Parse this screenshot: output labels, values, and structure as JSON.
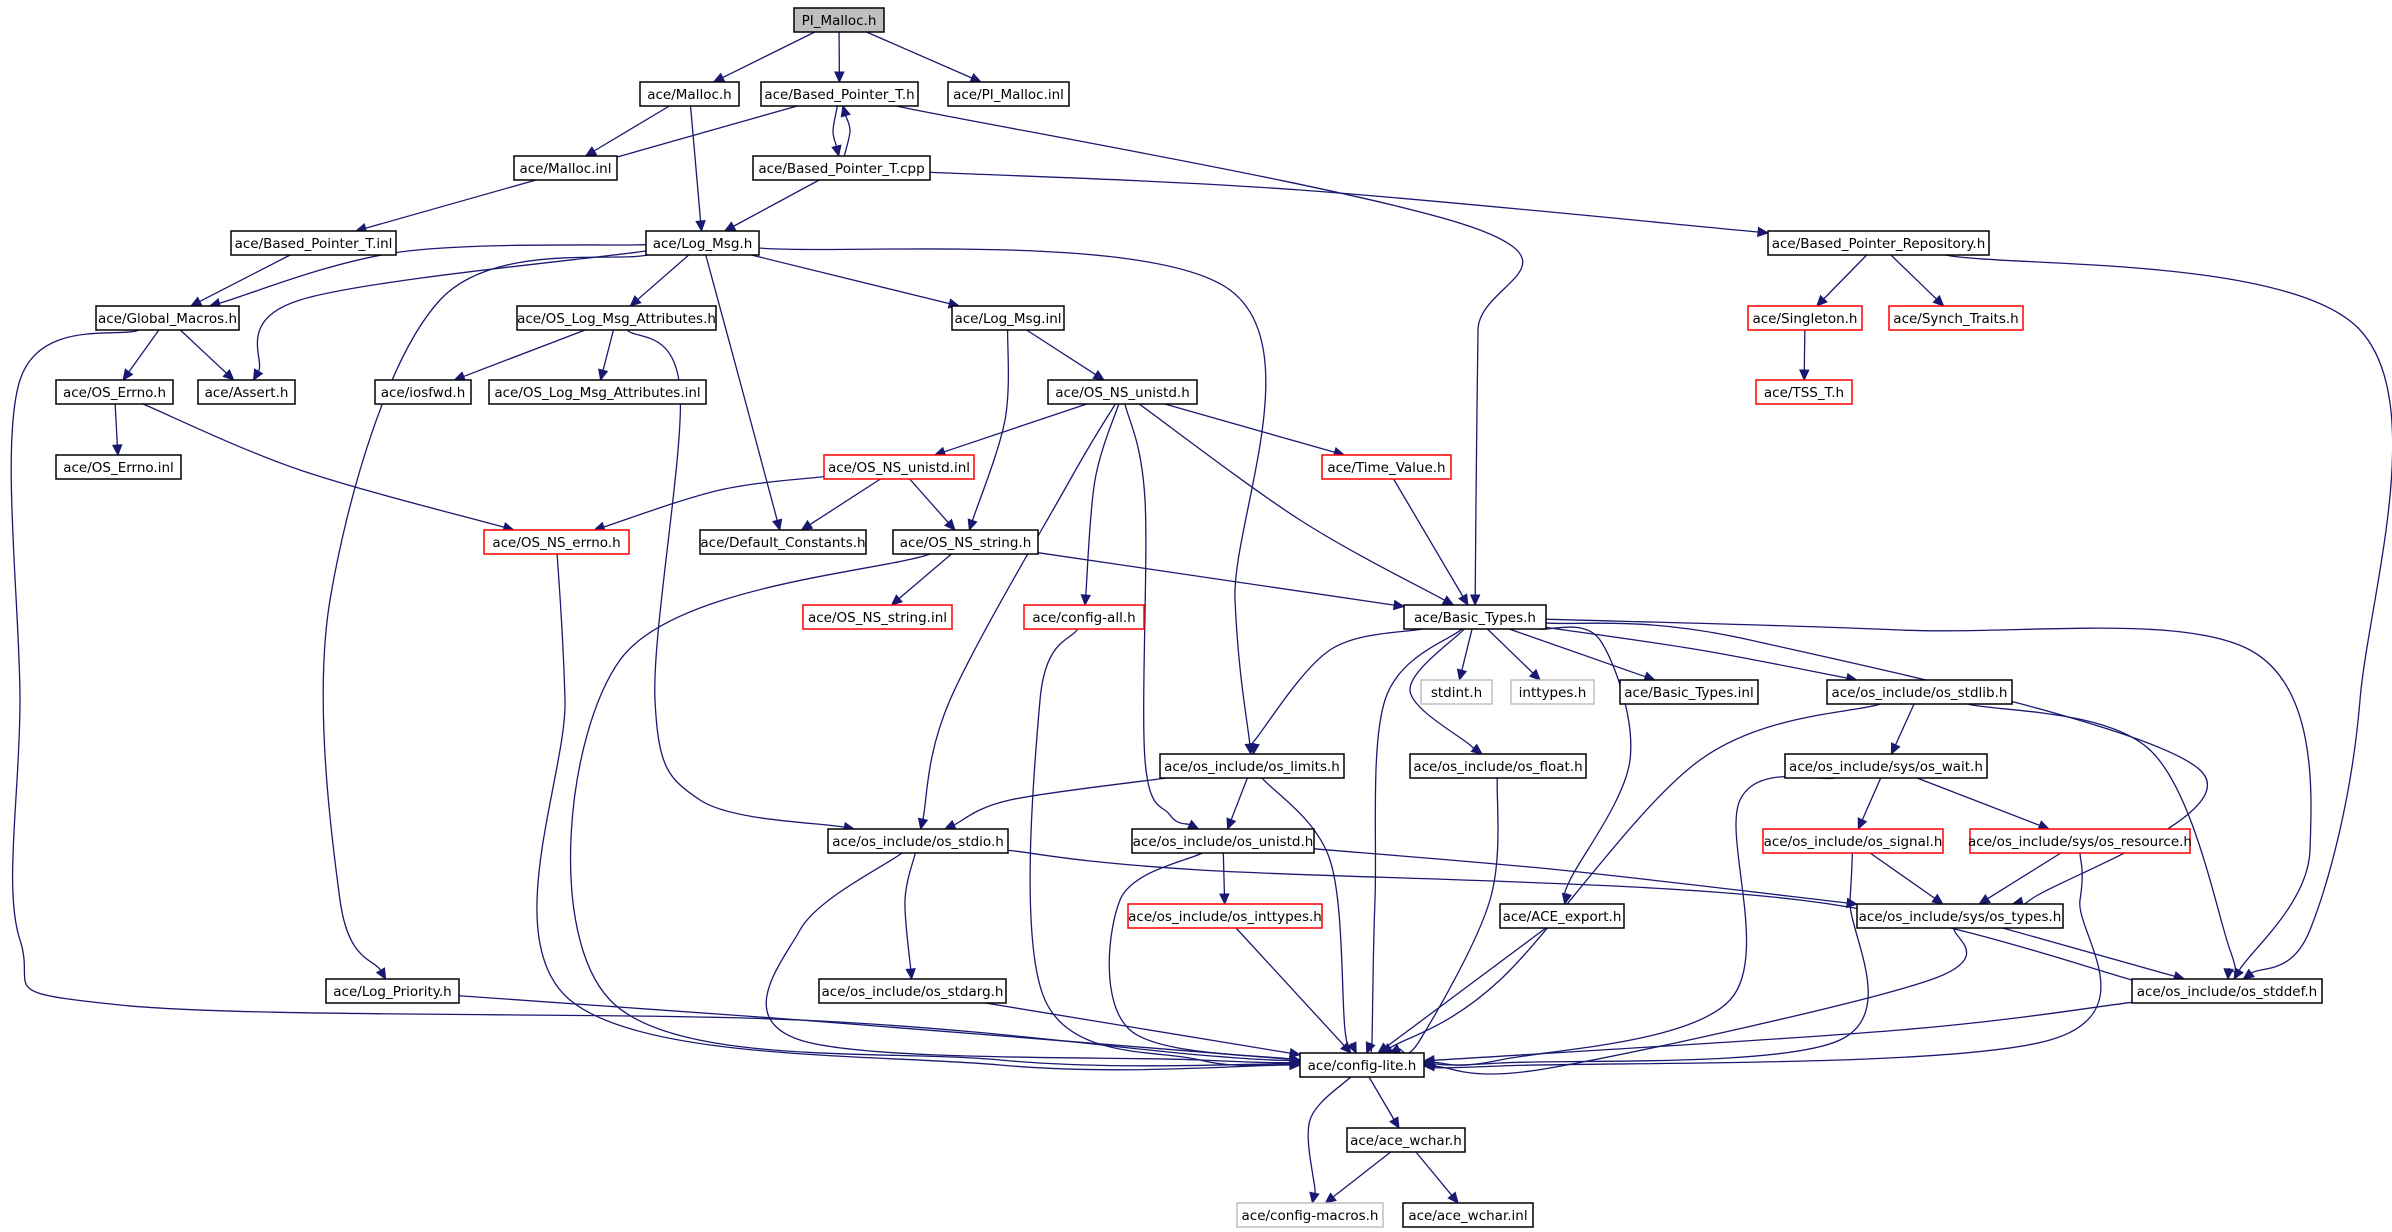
{
  "graph": {
    "nodes": [
      {
        "id": "pi_malloc_h",
        "label": "PI_Malloc.h",
        "style": "root"
      },
      {
        "id": "malloc_h",
        "label": "ace/Malloc.h",
        "style": "normal"
      },
      {
        "id": "based_pointer_t_h",
        "label": "ace/Based_Pointer_T.h",
        "style": "normal"
      },
      {
        "id": "pi_malloc_inl",
        "label": "ace/PI_Malloc.inl",
        "style": "normal"
      },
      {
        "id": "malloc_inl",
        "label": "ace/Malloc.inl",
        "style": "normal"
      },
      {
        "id": "based_pointer_t_cpp",
        "label": "ace/Based_Pointer_T.cpp",
        "style": "normal"
      },
      {
        "id": "based_pointer_t_inl",
        "label": "ace/Based_Pointer_T.inl",
        "style": "normal"
      },
      {
        "id": "log_msg_h",
        "label": "ace/Log_Msg.h",
        "style": "normal"
      },
      {
        "id": "based_pointer_repository_h",
        "label": "ace/Based_Pointer_Repository.h",
        "style": "normal"
      },
      {
        "id": "global_macros_h",
        "label": "ace/Global_Macros.h",
        "style": "normal"
      },
      {
        "id": "os_log_msg_attributes_h",
        "label": "ace/OS_Log_Msg_Attributes.h",
        "style": "normal"
      },
      {
        "id": "log_msg_inl",
        "label": "ace/Log_Msg.inl",
        "style": "normal"
      },
      {
        "id": "singleton_h",
        "label": "ace/Singleton.h",
        "style": "red"
      },
      {
        "id": "synch_traits_h",
        "label": "ace/Synch_Traits.h",
        "style": "red"
      },
      {
        "id": "os_errno_h",
        "label": "ace/OS_Errno.h",
        "style": "normal"
      },
      {
        "id": "assert_h",
        "label": "ace/Assert.h",
        "style": "normal"
      },
      {
        "id": "iosfwd_h",
        "label": "ace/iosfwd.h",
        "style": "normal"
      },
      {
        "id": "os_log_msg_attributes_inl",
        "label": "ace/OS_Log_Msg_Attributes.inl",
        "style": "normal"
      },
      {
        "id": "os_ns_unistd_h",
        "label": "ace/OS_NS_unistd.h",
        "style": "normal"
      },
      {
        "id": "tss_t_h",
        "label": "ace/TSS_T.h",
        "style": "red"
      },
      {
        "id": "os_errno_inl",
        "label": "ace/OS_Errno.inl",
        "style": "normal"
      },
      {
        "id": "os_ns_unistd_inl",
        "label": "ace/OS_NS_unistd.inl",
        "style": "red"
      },
      {
        "id": "time_value_h",
        "label": "ace/Time_Value.h",
        "style": "red"
      },
      {
        "id": "os_ns_errno_h",
        "label": "ace/OS_NS_errno.h",
        "style": "red"
      },
      {
        "id": "default_constants_h",
        "label": "ace/Default_Constants.h",
        "style": "normal"
      },
      {
        "id": "os_ns_string_h",
        "label": "ace/OS_NS_string.h",
        "style": "normal"
      },
      {
        "id": "os_ns_string_inl",
        "label": "ace/OS_NS_string.inl",
        "style": "red"
      },
      {
        "id": "config_all_h",
        "label": "ace/config-all.h",
        "style": "red"
      },
      {
        "id": "basic_types_h",
        "label": "ace/Basic_Types.h",
        "style": "normal"
      },
      {
        "id": "stdint_h",
        "label": "stdint.h",
        "style": "grey"
      },
      {
        "id": "inttypes_h",
        "label": "inttypes.h",
        "style": "grey"
      },
      {
        "id": "basic_types_inl",
        "label": "ace/Basic_Types.inl",
        "style": "normal"
      },
      {
        "id": "os_stdlib_h",
        "label": "ace/os_include/os_stdlib.h",
        "style": "normal"
      },
      {
        "id": "os_limits_h",
        "label": "ace/os_include/os_limits.h",
        "style": "normal"
      },
      {
        "id": "os_float_h",
        "label": "ace/os_include/os_float.h",
        "style": "normal"
      },
      {
        "id": "os_wait_h",
        "label": "ace/os_include/sys/os_wait.h",
        "style": "normal"
      },
      {
        "id": "os_stdio_h",
        "label": "ace/os_include/os_stdio.h",
        "style": "normal"
      },
      {
        "id": "os_unistd_h",
        "label": "ace/os_include/os_unistd.h",
        "style": "normal"
      },
      {
        "id": "os_signal_h",
        "label": "ace/os_include/os_signal.h",
        "style": "red"
      },
      {
        "id": "os_resource_h",
        "label": "ace/os_include/sys/os_resource.h",
        "style": "red"
      },
      {
        "id": "os_inttypes_h",
        "label": "ace/os_include/os_inttypes.h",
        "style": "red"
      },
      {
        "id": "ace_export_h",
        "label": "ace/ACE_export.h",
        "style": "normal"
      },
      {
        "id": "os_types_h",
        "label": "ace/os_include/sys/os_types.h",
        "style": "normal"
      },
      {
        "id": "log_priority_h",
        "label": "ace/Log_Priority.h",
        "style": "normal"
      },
      {
        "id": "os_stdarg_h",
        "label": "ace/os_include/os_stdarg.h",
        "style": "normal"
      },
      {
        "id": "os_stddef_h",
        "label": "ace/os_include/os_stddef.h",
        "style": "normal"
      },
      {
        "id": "config_lite_h",
        "label": "ace/config-lite.h",
        "style": "normal"
      },
      {
        "id": "ace_wchar_h",
        "label": "ace/ace_wchar.h",
        "style": "normal"
      },
      {
        "id": "config_macros_h",
        "label": "ace/config-macros.h",
        "style": "grey"
      },
      {
        "id": "ace_wchar_inl",
        "label": "ace/ace_wchar.inl",
        "style": "normal"
      }
    ],
    "edges": [
      [
        "pi_malloc_h",
        "malloc_h"
      ],
      [
        "pi_malloc_h",
        "based_pointer_t_h"
      ],
      [
        "pi_malloc_h",
        "pi_malloc_inl"
      ],
      [
        "malloc_h",
        "malloc_inl"
      ],
      [
        "malloc_h",
        "log_msg_h"
      ],
      [
        "based_pointer_t_h",
        "based_pointer_t_cpp"
      ],
      [
        "based_pointer_t_cpp",
        "based_pointer_t_h"
      ],
      [
        "based_pointer_t_h",
        "based_pointer_t_inl"
      ],
      [
        "based_pointer_t_h",
        "basic_types_h"
      ],
      [
        "based_pointer_t_cpp",
        "log_msg_h"
      ],
      [
        "based_pointer_t_cpp",
        "based_pointer_repository_h"
      ],
      [
        "based_pointer_t_inl",
        "global_macros_h"
      ],
      [
        "log_msg_h",
        "global_macros_h"
      ],
      [
        "log_msg_h",
        "assert_h"
      ],
      [
        "log_msg_h",
        "os_log_msg_attributes_h"
      ],
      [
        "log_msg_h",
        "log_msg_inl"
      ],
      [
        "log_msg_h",
        "default_constants_h"
      ],
      [
        "log_msg_h",
        "log_priority_h"
      ],
      [
        "log_msg_h",
        "os_limits_h"
      ],
      [
        "based_pointer_repository_h",
        "singleton_h"
      ],
      [
        "based_pointer_repository_h",
        "synch_traits_h"
      ],
      [
        "based_pointer_repository_h",
        "os_stddef_h"
      ],
      [
        "singleton_h",
        "tss_t_h"
      ],
      [
        "global_macros_h",
        "os_errno_h"
      ],
      [
        "global_macros_h",
        "assert_h"
      ],
      [
        "global_macros_h",
        "config_lite_h"
      ],
      [
        "os_log_msg_attributes_h",
        "iosfwd_h"
      ],
      [
        "os_log_msg_attributes_h",
        "os_log_msg_attributes_inl"
      ],
      [
        "os_log_msg_attributes_h",
        "os_stdio_h"
      ],
      [
        "log_msg_inl",
        "os_ns_unistd_h"
      ],
      [
        "log_msg_inl",
        "os_ns_string_h"
      ],
      [
        "os_errno_h",
        "os_errno_inl"
      ],
      [
        "os_errno_h",
        "os_ns_errno_h"
      ],
      [
        "os_ns_unistd_h",
        "os_ns_unistd_inl"
      ],
      [
        "os_ns_unistd_h",
        "time_value_h"
      ],
      [
        "os_ns_unistd_h",
        "basic_types_h"
      ],
      [
        "os_ns_unistd_h",
        "config_all_h"
      ],
      [
        "os_ns_unistd_h",
        "os_stdio_h"
      ],
      [
        "os_ns_unistd_h",
        "os_unistd_h"
      ],
      [
        "os_ns_unistd_inl",
        "os_ns_errno_h"
      ],
      [
        "os_ns_unistd_inl",
        "default_constants_h"
      ],
      [
        "os_ns_unistd_inl",
        "os_ns_string_h"
      ],
      [
        "time_value_h",
        "basic_types_h"
      ],
      [
        "os_ns_errno_h",
        "config_lite_h"
      ],
      [
        "os_ns_string_h",
        "os_ns_string_inl"
      ],
      [
        "os_ns_string_h",
        "basic_types_h"
      ],
      [
        "os_ns_string_h",
        "config_lite_h"
      ],
      [
        "config_all_h",
        "config_lite_h"
      ],
      [
        "basic_types_h",
        "stdint_h"
      ],
      [
        "basic_types_h",
        "inttypes_h"
      ],
      [
        "basic_types_h",
        "basic_types_inl"
      ],
      [
        "basic_types_h",
        "os_stdlib_h"
      ],
      [
        "basic_types_h",
        "os_limits_h"
      ],
      [
        "basic_types_h",
        "os_float_h"
      ],
      [
        "basic_types_h",
        "ace_export_h"
      ],
      [
        "basic_types_h",
        "os_types_h"
      ],
      [
        "basic_types_h",
        "os_stddef_h"
      ],
      [
        "basic_types_h",
        "config_lite_h"
      ],
      [
        "os_stdlib_h",
        "os_wait_h"
      ],
      [
        "os_stdlib_h",
        "os_stddef_h"
      ],
      [
        "os_stdlib_h",
        "config_lite_h"
      ],
      [
        "os_limits_h",
        "os_stdio_h"
      ],
      [
        "os_limits_h",
        "os_unistd_h"
      ],
      [
        "os_limits_h",
        "config_lite_h"
      ],
      [
        "os_float_h",
        "config_lite_h"
      ],
      [
        "os_wait_h",
        "os_signal_h"
      ],
      [
        "os_wait_h",
        "os_resource_h"
      ],
      [
        "os_wait_h",
        "config_lite_h"
      ],
      [
        "os_stdio_h",
        "os_stdarg_h"
      ],
      [
        "os_stdio_h",
        "os_stddef_h"
      ],
      [
        "os_stdio_h",
        "config_lite_h"
      ],
      [
        "os_unistd_h",
        "os_inttypes_h"
      ],
      [
        "os_unistd_h",
        "os_types_h"
      ],
      [
        "os_unistd_h",
        "config_lite_h"
      ],
      [
        "os_signal_h",
        "os_types_h"
      ],
      [
        "os_signal_h",
        "config_lite_h"
      ],
      [
        "os_resource_h",
        "os_types_h"
      ],
      [
        "os_resource_h",
        "config_lite_h"
      ],
      [
        "os_inttypes_h",
        "config_lite_h"
      ],
      [
        "ace_export_h",
        "config_lite_h"
      ],
      [
        "os_types_h",
        "os_stddef_h"
      ],
      [
        "os_types_h",
        "config_lite_h"
      ],
      [
        "log_priority_h",
        "config_lite_h"
      ],
      [
        "os_stdarg_h",
        "config_lite_h"
      ],
      [
        "os_stddef_h",
        "config_lite_h"
      ],
      [
        "config_lite_h",
        "ace_wchar_h"
      ],
      [
        "config_lite_h",
        "config_macros_h"
      ],
      [
        "ace_wchar_h",
        "config_macros_h"
      ],
      [
        "ace_wchar_h",
        "ace_wchar_inl"
      ]
    ]
  }
}
